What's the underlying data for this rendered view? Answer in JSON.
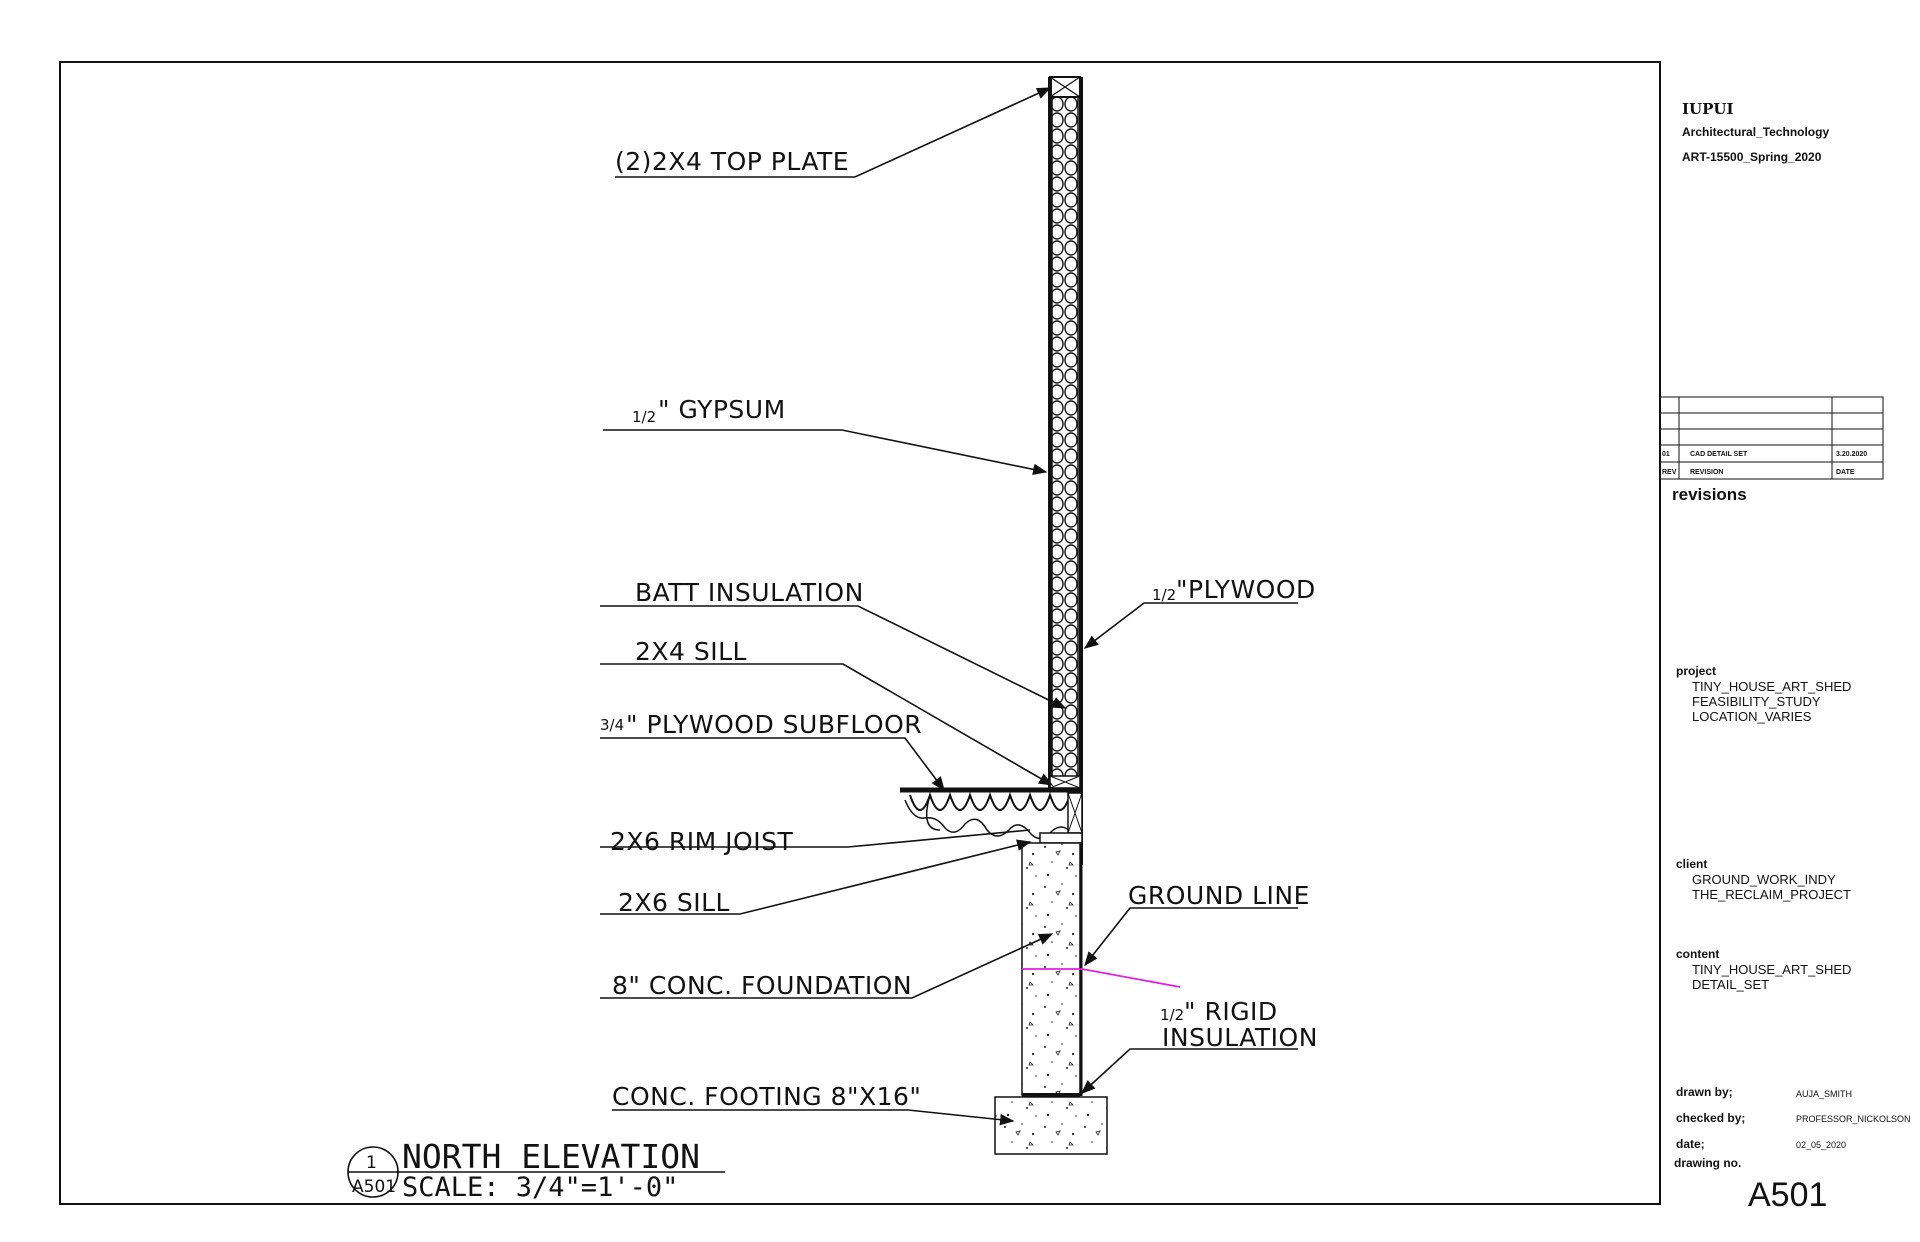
{
  "callouts": {
    "top_plate": "(2)2X4 TOP PLATE",
    "gypsum_frac": "1/2",
    "gypsum": "\" GYPSUM",
    "batt": "BATT INSULATION",
    "sill_2x4": "2X4 SILL",
    "subfloor_frac": "3/4",
    "subfloor": "\" PLYWOOD SUBFLOOR",
    "rim_joist": "2X6 RIM JOIST",
    "sill_2x6": "2X6 SILL",
    "foundation": "8\" CONC. FOUNDATION",
    "footing": "CONC. FOOTING 8\"X16\"",
    "plywood_frac": "1/2",
    "plywood": "\"PLYWOOD",
    "ground_line": "GROUND LINE",
    "rigid_frac": "1/2",
    "rigid_1": "\" RIGID",
    "rigid_2": "INSULATION"
  },
  "drawing_title": {
    "bubble_num": "1",
    "bubble_sheet": "A501",
    "name": "NORTH ELEVATION",
    "scale": "SCALE: 3/4\"=1'-0\""
  },
  "title_block": {
    "school": "IUPUI",
    "dept": "Architectural_Technology",
    "course": "ART-15500_Spring_2020",
    "revisions": {
      "row_no": "01",
      "row_desc": "CAD DETAIL SET",
      "row_date": "3.20.2020",
      "head_no": "REV",
      "head_desc": "REVISION",
      "head_date": "DATE"
    },
    "revisions_label": "revisions",
    "project_label": "project",
    "project_lines": [
      "TINY_HOUSE_ART_SHED",
      "FEASIBILITY_STUDY",
      "LOCATION_VARIES"
    ],
    "client_label": "client",
    "client_lines": [
      "GROUND_WORK_INDY",
      "THE_RECLAIM_PROJECT"
    ],
    "content_label": "content",
    "content_lines": [
      "TINY_HOUSE_ART_SHED",
      "DETAIL_SET"
    ],
    "drawn_by_label": "drawn by;",
    "drawn_by": "AUJA_SMITH",
    "checked_by_label": "checked by;",
    "checked_by": "PROFESSOR_NICKOLSON",
    "date_label": "date;",
    "date": "02_05_2020",
    "drawing_no_label": "drawing no.",
    "drawing_no": "A501"
  },
  "colors": {
    "ink": "#111111",
    "ground_line": "#e020e0"
  }
}
